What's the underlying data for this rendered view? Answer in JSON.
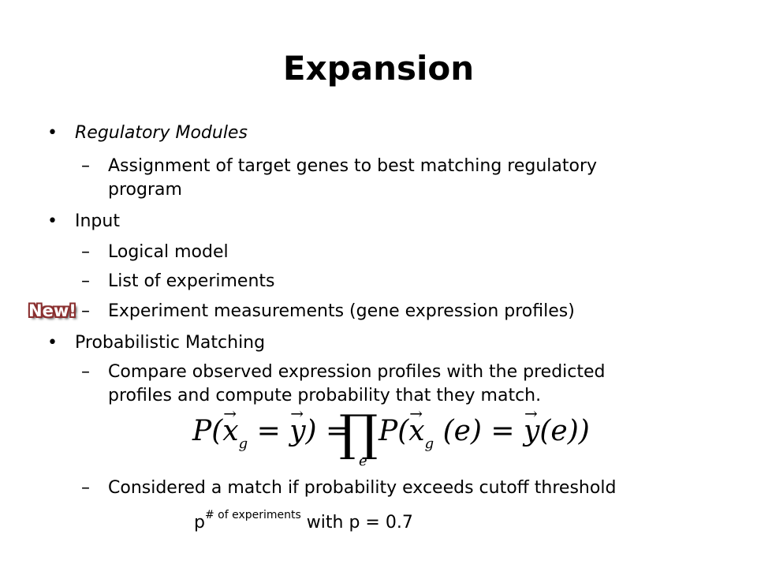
{
  "slide": {
    "title": "Expansion",
    "bullet_char": "•",
    "dash_char": "–",
    "badge": "New!",
    "items": [
      {
        "text": "Regulatory Modules"
      },
      {
        "text": "Assignment of target genes to best matching regulatory"
      },
      {
        "text": "program"
      },
      {
        "text": "Input"
      },
      {
        "text": "Logical model"
      },
      {
        "text": "List of experiments"
      },
      {
        "text": "Experiment measurements (gene expression profiles)"
      },
      {
        "text": "Probabilistic Matching"
      },
      {
        "text": "Compare observed expression profiles with the predicted"
      },
      {
        "text": "profiles and compute probability that they match."
      },
      {
        "text": "Considered a match if probability exceeds cutoff threshold"
      }
    ],
    "formula": {
      "lhs_open": "P(",
      "x": "x",
      "g": "g",
      "eq": " = ",
      "y": "y",
      "lhs_close": ") =",
      "prod": "∏",
      "e": "e",
      "rhs_open": "P(",
      "rhs_e": " (e) = ",
      "rhs_y_e": "(e))"
    },
    "threshold": {
      "base": "p",
      "exponent": "# of experiments",
      "rest": " with p = 0.7"
    }
  }
}
